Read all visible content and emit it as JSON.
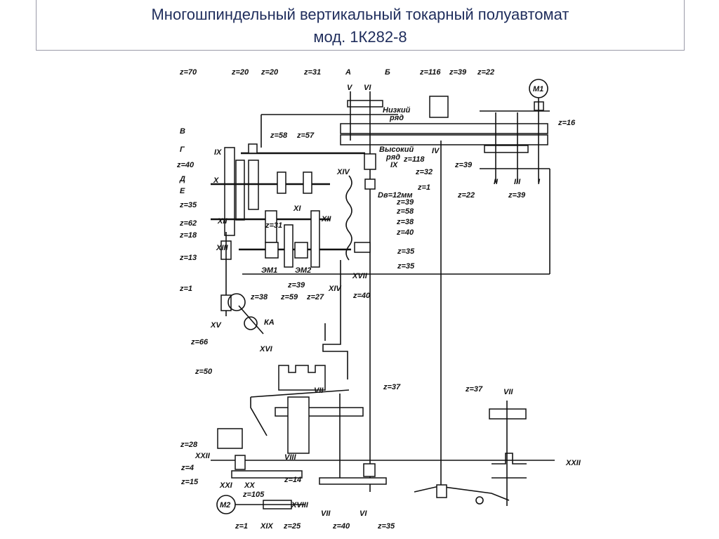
{
  "slide": {
    "title_line1": "Многошпиндельный вертикальный токарный полуавтомат",
    "title_line2": "мод. 1К282-8"
  },
  "diagram": {
    "labels": [
      "z=70",
      "z=20",
      "z=20",
      "z=31",
      "А",
      "Б",
      "z=116",
      "z=39",
      "z=22",
      "M1",
      "z=16",
      "В",
      "Г",
      "IX",
      "z=40",
      "X",
      "Д",
      "Е",
      "z=58",
      "z=57",
      "Низкий",
      "ряд",
      "Высокий",
      "ряд",
      "z=118",
      "IV",
      "z=32",
      "IX",
      "z=1",
      "Dв=12мм",
      "z=39",
      "z=22",
      "II",
      "III",
      "I",
      "z=39",
      "XIV",
      "V",
      "VI",
      "z=35",
      "XII",
      "z=62",
      "z=18",
      "XIII",
      "z=13",
      "z=31",
      "XI",
      "ЭМ1",
      "ЭМ2",
      "z=39",
      "z=38",
      "z=59",
      "z=27",
      "XIV",
      "z=40",
      "z=39",
      "z=58",
      "z=38",
      "z=40",
      "z=35",
      "z=35",
      "XVII",
      "XII",
      "z=1",
      "XV",
      "z=66",
      "КА",
      "XVI",
      "z=50",
      "VII",
      "z=37",
      "z=37",
      "VII",
      "z=28",
      "XXII",
      "z=4",
      "z=15",
      "XXI",
      "XX",
      "z=14",
      "z=105",
      "M2",
      "XVIII",
      "z=1",
      "XIX",
      "z=25",
      "VIII",
      "VII",
      "z=40",
      "VI",
      "z=35",
      "XXII"
    ]
  }
}
